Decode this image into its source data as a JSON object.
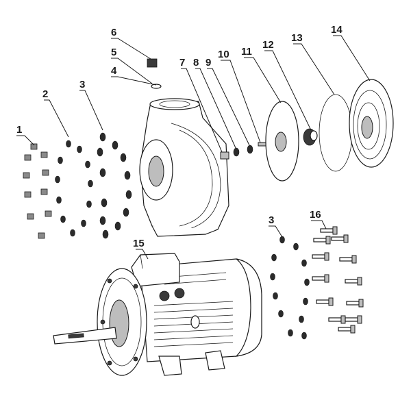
{
  "parts": [
    {
      "id": "callout-1",
      "label": "1"
    },
    {
      "id": "callout-2",
      "label": "2"
    },
    {
      "id": "callout-3a",
      "label": "3"
    },
    {
      "id": "callout-3b",
      "label": "3"
    },
    {
      "id": "callout-4",
      "label": "4"
    },
    {
      "id": "callout-5",
      "label": "5"
    },
    {
      "id": "callout-6",
      "label": "6"
    },
    {
      "id": "callout-7",
      "label": "7"
    },
    {
      "id": "callout-8",
      "label": "8"
    },
    {
      "id": "callout-9",
      "label": "9"
    },
    {
      "id": "callout-10",
      "label": "10"
    },
    {
      "id": "callout-11",
      "label": "11"
    },
    {
      "id": "callout-12",
      "label": "12"
    },
    {
      "id": "callout-13",
      "label": "13"
    },
    {
      "id": "callout-14",
      "label": "14"
    },
    {
      "id": "callout-15",
      "label": "15"
    },
    {
      "id": "callout-16",
      "label": "16"
    }
  ],
  "colors": {
    "ink": "#1a1a1a",
    "shade": "#bdbdbd",
    "background": "#ffffff"
  }
}
